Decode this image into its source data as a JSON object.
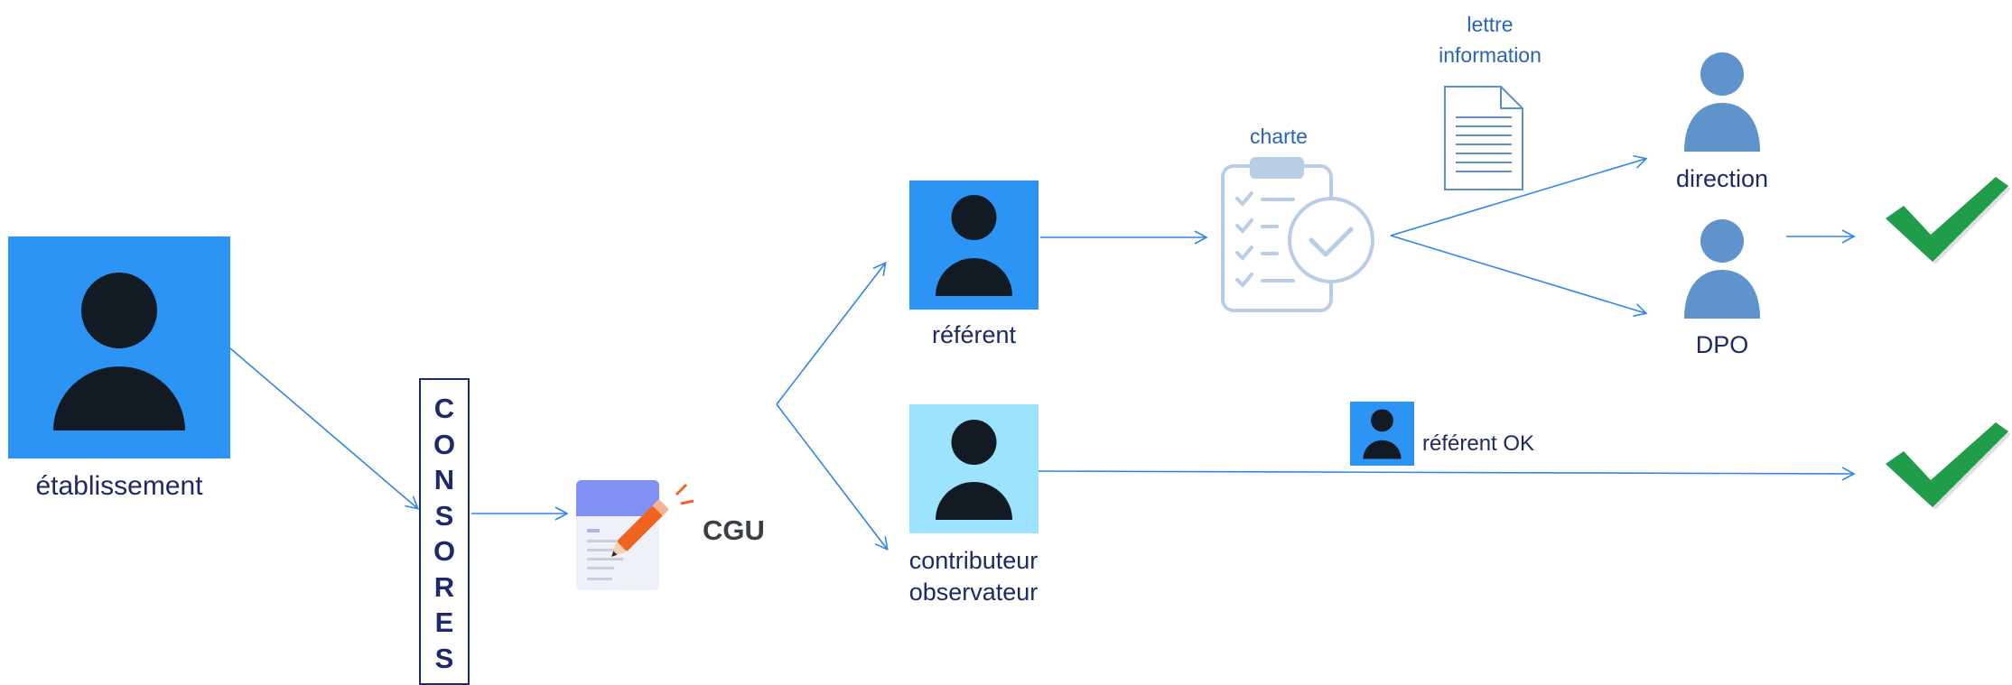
{
  "labels": {
    "etablissement": "établissement",
    "consores": [
      "C",
      "O",
      "N",
      "S",
      "O",
      "R",
      "E",
      "S"
    ],
    "cgu": "CGU",
    "referent": "référent",
    "contributeur": "contributeur",
    "observateur": "observateur",
    "charte": "charte",
    "lettre": "lettre",
    "information": "information",
    "direction": "direction",
    "dpo": "DPO",
    "referent_ok": "référent OK"
  },
  "colors": {
    "arrow": "#2f86ea",
    "avatar_box_dark": "#2b94f5",
    "avatar_box_light": "#9be3ff",
    "avatar_figure": "#121a23",
    "person_icon": "#5e93cc",
    "check": "#1f9d49",
    "text_dark": "#1d2a66",
    "text_blue": "#2a63b8"
  },
  "icons": {
    "etablissement": "user-icon",
    "cgu": "document-pencil-icon",
    "referent": "user-icon",
    "contributeur": "user-icon",
    "charte": "clipboard-check-icon",
    "lettre": "document-lines-icon",
    "direction": "person-icon",
    "dpo": "person-icon",
    "referent_ok": "user-icon",
    "validation": "checkmark-icon"
  }
}
